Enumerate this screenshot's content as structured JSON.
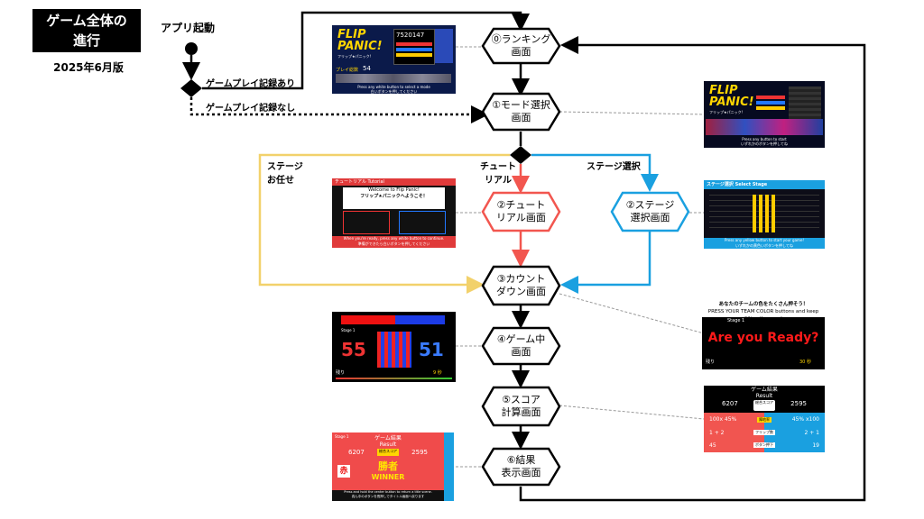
{
  "header": {
    "title_line1": "ゲーム全体の",
    "title_line2": "進行",
    "version": "2025年6月版"
  },
  "flow": {
    "start_label": "アプリ起動",
    "branch_with_record": "ゲームプレイ記録あり",
    "branch_without_record": "ゲームプレイ記録なし",
    "branch_stage_auto_l1": "ステージ",
    "branch_stage_auto_l2": "お任せ",
    "branch_tutorial_l1": "チュート",
    "branch_tutorial_l2": "リアル",
    "branch_stage_select": "ステージ選択"
  },
  "nodes": {
    "ranking": [
      "⓪ランキング",
      "画面"
    ],
    "mode_select": [
      "①モード選択",
      "画面"
    ],
    "tutorial": [
      "②チュート",
      "リアル画面"
    ],
    "stage_select": [
      "②ステージ",
      "選択画面"
    ],
    "countdown": [
      "③カウント",
      "ダウン画面"
    ],
    "in_game": [
      "④ゲーム中",
      "画面"
    ],
    "score_calc": [
      "⑤スコア",
      "計算画面"
    ],
    "result": [
      "⑥結果",
      "表示画面"
    ]
  },
  "thumbs": {
    "ranking": {
      "logo1": "FLIP",
      "logo2": "PANIC!",
      "sub": "フリップ★パニック!",
      "score": "7520147",
      "mode": "プレイ総数",
      "count": "54",
      "footer": "Press any white button to select a mode",
      "footer2": "白いボタンを押してください"
    },
    "mode_select": {
      "logo1": "FLIP",
      "logo2": "PANIC!",
      "sub": "フリップ★パニック!",
      "footer": "Press any button to start",
      "footer2": "いずれかのボタンを押してね"
    },
    "tutorial": {
      "bar": "チュートリアル Tutorial",
      "heading": "Welcome to Flip Panic!",
      "heading2": "フリップ★パニックへようこそ！",
      "footer": "When you're ready, press any white button to continue.",
      "footer2": "準備ができたら白いボタンを押してください"
    },
    "stage_select": {
      "bar": "ステージ選択 Select Stage",
      "footer": "Press any yellow button to start your game!",
      "footer2": "いずれかの黄色いボタンを押してね"
    },
    "countdown": {
      "line1": "あなたのチームの色をたくさん押そう！",
      "line2": "PRESS YOUR TEAM COLOR buttons and keep filling them up!",
      "stage": "Stage 1",
      "ready": "Are you Ready?",
      "remain": "残り",
      "seconds": "30 秒"
    },
    "in_game": {
      "stage": "Stage 1",
      "red_score": "55",
      "blue_score": "51",
      "remain": "残り",
      "seconds": "9 秒"
    },
    "score_calc": {
      "title": "ゲーム結果",
      "subtitle": "Result",
      "rows": [
        {
          "left": "6207",
          "mid": "総合スコア",
          "right": "2595"
        },
        {
          "left": "100x 45%",
          "mid": "陣地率",
          "right": "45% x100"
        },
        {
          "left": "1 + 2",
          "mid": "フリップ数",
          "right": "2 + 1"
        },
        {
          "left": "45",
          "mid": "ボタン押下",
          "right": "19"
        }
      ]
    },
    "result": {
      "stage": "Stage 1",
      "title": "ゲーム結果",
      "subtitle": "Result",
      "left": "6207",
      "mid": "総合スコア",
      "right": "2595",
      "team": "赤",
      "winner_jp": "勝者",
      "winner_en": "WINNER",
      "footer": "Press and hold the center button to return a title scene.",
      "footer2": "真ん中のボタンを長押しでタイトル画面へ戻ります"
    }
  },
  "colors": {
    "tutorial_path": "#f2564f",
    "stage_select_path": "#1aa0e0",
    "stage_auto_path": "#f2d16b",
    "main_path": "#000000"
  }
}
